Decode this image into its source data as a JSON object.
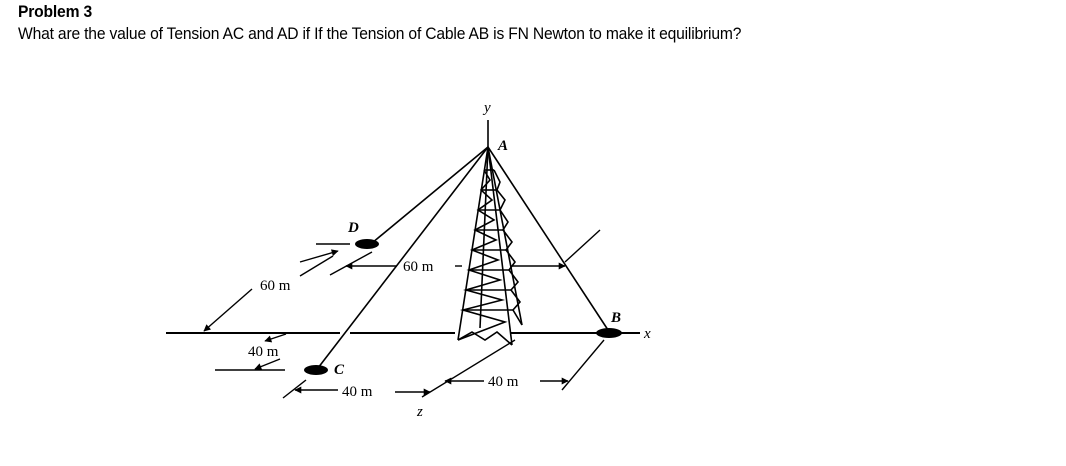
{
  "problem": {
    "title": "Problem 3",
    "question": "What are the value of Tension AC and AD if If the Tension of Cable AB is FN Newton to make it equilibrium?"
  },
  "diagram": {
    "points": {
      "A": "A",
      "B": "B",
      "C": "C",
      "D": "D"
    },
    "axes": {
      "x": "x",
      "y": "y",
      "z": "z"
    },
    "dimensions": {
      "d_60_left": "60 m",
      "d_60_mid": "60 m",
      "d_40_left": "40 m",
      "d_40_bottom_left": "40 m",
      "d_40_bottom_right": "40 m"
    },
    "colors": {
      "line": "#000000",
      "background": "#ffffff"
    }
  }
}
